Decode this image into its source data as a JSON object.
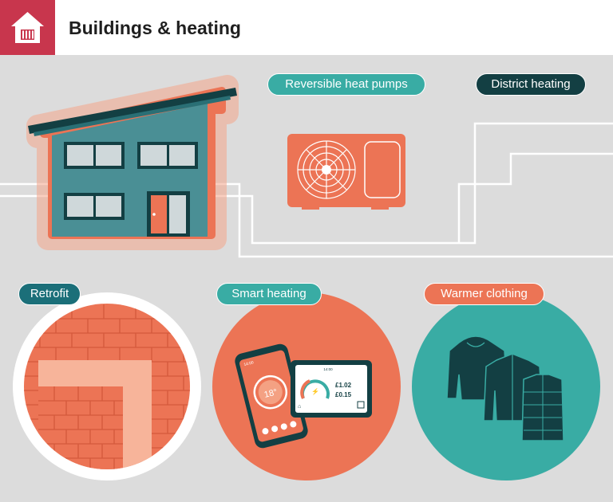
{
  "header": {
    "title": "Buildings & heating",
    "icon": "house-radiator-icon",
    "accent_color": "#c8364d"
  },
  "labels": {
    "reversible_heat_pumps": "Reversible heat pumps",
    "district_heating": "District heating",
    "retrofit": "Retrofit",
    "smart_heating": "Smart heating",
    "warmer_clothing": "Warmer clothing"
  },
  "phone": {
    "temperature": "18°",
    "time": "14:00"
  },
  "thermostat": {
    "time": "14:00",
    "cost_electric": "£1.02",
    "cost_gas": "£0.15"
  },
  "colors": {
    "background": "#dcdcdc",
    "teal": "#39aca4",
    "dark_teal": "#133f43",
    "coral": "#ec7455",
    "house_teal": "#4a8f95"
  }
}
